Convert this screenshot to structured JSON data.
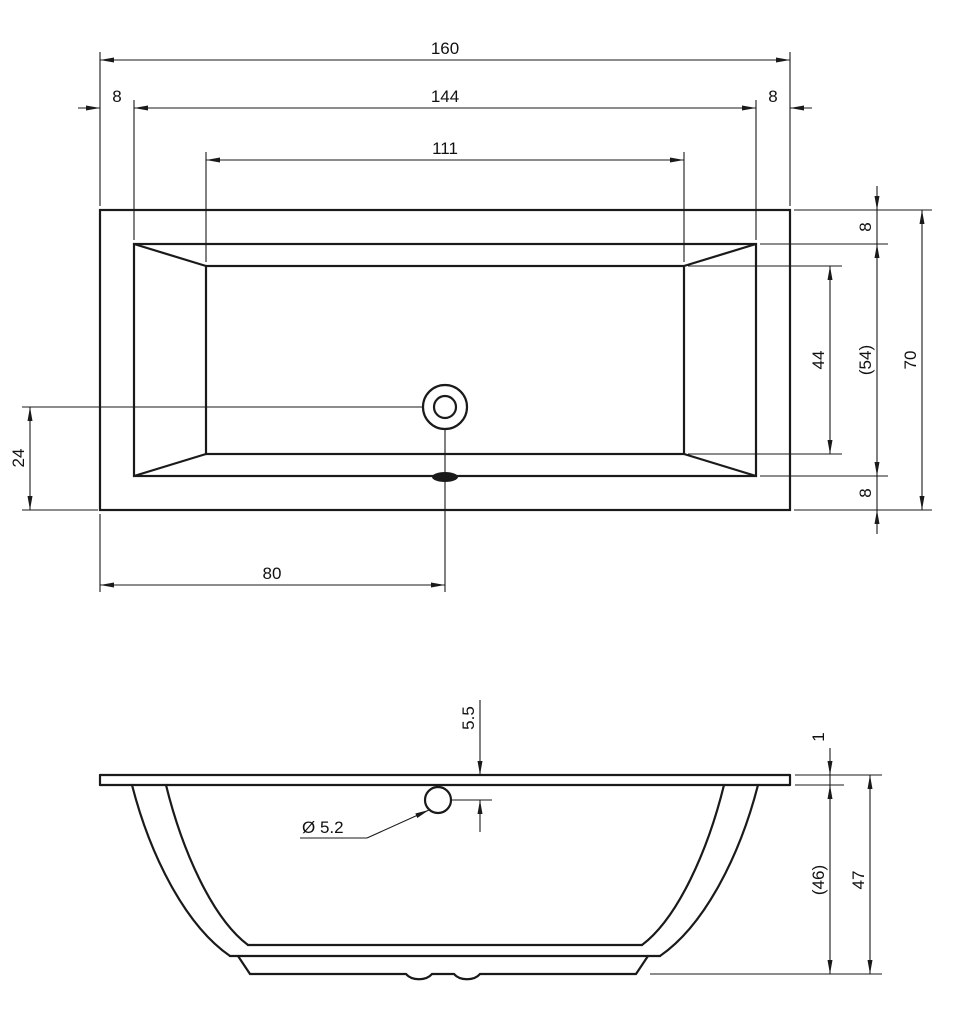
{
  "colors": {
    "line": "#1a1a1a",
    "background": "#ffffff"
  },
  "top_view": {
    "overall_width": "160",
    "rim_left": "8",
    "rim_inner_width": "144",
    "rim_right": "8",
    "floor_width": "111",
    "rim_top": "8",
    "floor_depth": "44",
    "rim_inner_depth": "(54)",
    "overall_depth": "70",
    "rim_bottom": "8",
    "drain_from_bottom": "24",
    "drain_from_left": "80"
  },
  "side_view": {
    "drain_below_rim": "5.5",
    "rim_thickness": "1",
    "drain_hole_diameter": "Ø 5.2",
    "body_height": "(46)",
    "overall_height": "47"
  }
}
